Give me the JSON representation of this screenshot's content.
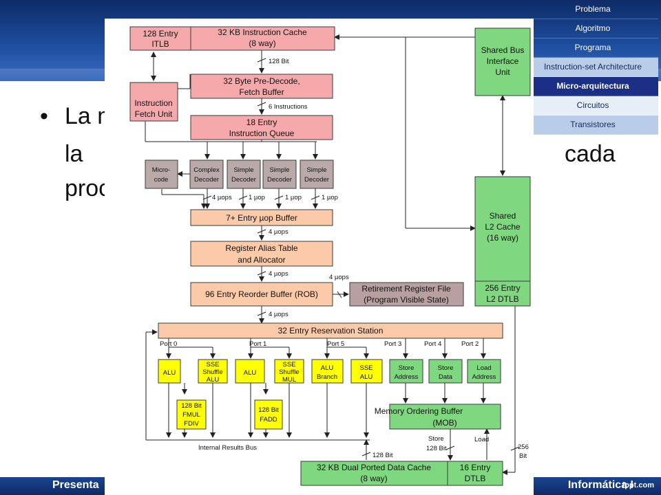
{
  "slide": {
    "bullet_line1": "La m",
    "bullet_line2_left": "la",
    "bullet_line2_right": "cada",
    "bullet_line3": "proc",
    "footer_left": "Presenta",
    "footer_right": "Informática I",
    "footer_logo": "fppt.com"
  },
  "nav": {
    "items": [
      {
        "label": "Problema"
      },
      {
        "label": "Algoritmo"
      },
      {
        "label": "Programa"
      },
      {
        "label": "Instruction-set Architecture"
      },
      {
        "label": "Micro-arquitectura"
      },
      {
        "label": "Circuitos"
      },
      {
        "label": "Transistores"
      }
    ]
  },
  "colors": {
    "pink": "#f5a9ab",
    "peach": "#fbcba9",
    "green": "#7fd87f",
    "yellow": "#ffff00",
    "gray": "#b9a9a9",
    "retire": "#b8a0a0",
    "slide_blue": "#1d4d9e",
    "nav_active": "#1b2f86"
  },
  "diagram": {
    "itlb": [
      "128 Entry",
      "ITLB"
    ],
    "icache": [
      "32 KB Instruction Cache",
      "(8 way)"
    ],
    "bus128a": "128 Bit",
    "predecode": [
      "32 Byte Pre-Decode,",
      "Fetch Buffer"
    ],
    "fetch_unit": [
      "Instruction",
      "Fetch Unit"
    ],
    "six_instr": "6 Instructions",
    "iqueue": [
      "18 Entry",
      "Instruction Queue"
    ],
    "microcode": [
      "Micro-",
      "code"
    ],
    "complex_decoder": [
      "Complex",
      "Decoder"
    ],
    "simple_decoder1": [
      "Simple",
      "Decoder"
    ],
    "simple_decoder2": [
      "Simple",
      "Decoder"
    ],
    "simple_decoder3": [
      "Simple",
      "Decoder"
    ],
    "uops4a": "4 µops",
    "uops1a": "1 µop",
    "uops1b": "1 µop",
    "uops1c": "1 µop",
    "uop_buffer": "7+ Entry µop Buffer",
    "uops4b": "4 µops",
    "rat": [
      "Register Alias Table",
      "and Allocator"
    ],
    "uops4c": "4 µops",
    "uops4d": "4 µops",
    "rob": "96 Entry Reorder Buffer (ROB)",
    "rrf": [
      "Retirement Register File",
      "(Program Visible State)"
    ],
    "uops4e": "4 µops",
    "rs": "32 Entry Reservation Station",
    "port0": "Port 0",
    "port1": "Port 1",
    "port5": "Port 5",
    "port3": "Port 3",
    "port4": "Port 4",
    "port2": "Port 2",
    "alu0": "ALU",
    "sse_shuffle_alu": [
      "SSE",
      "Shuffle",
      "ALU"
    ],
    "alu1": "ALU",
    "sse_shuffle_mul": [
      "SSE",
      "Shuffle",
      "MUL"
    ],
    "alu_branch": [
      "ALU",
      "Branch"
    ],
    "sse_alu": [
      "SSE",
      "ALU"
    ],
    "store_address": [
      "Store",
      "Address"
    ],
    "store_data": [
      "Store",
      "Data"
    ],
    "load_address": [
      "Load",
      "Address"
    ],
    "fmul": [
      "128 Bit",
      "FMUL",
      "FDIV"
    ],
    "fadd": [
      "128 Bit",
      "FADD"
    ],
    "mob": [
      "Memory Ordering Buffer",
      "(MOB)"
    ],
    "results_bus": "Internal Results Bus",
    "store128": [
      "Store",
      "128 Bit"
    ],
    "load": "Load",
    "bus128b": "128 Bit",
    "bus256": [
      "256",
      "Bit"
    ],
    "dcache": [
      "32 KB Dual Ported Data Cache",
      "(8 way)"
    ],
    "dtlb": [
      "16 Entry",
      "DTLB"
    ],
    "biu": [
      "Shared Bus",
      "Interface",
      "Unit"
    ],
    "l2": [
      "Shared",
      "L2 Cache",
      "(16 way)"
    ],
    "l2dtlb": [
      "256 Entry",
      "L2 DTLB"
    ]
  }
}
